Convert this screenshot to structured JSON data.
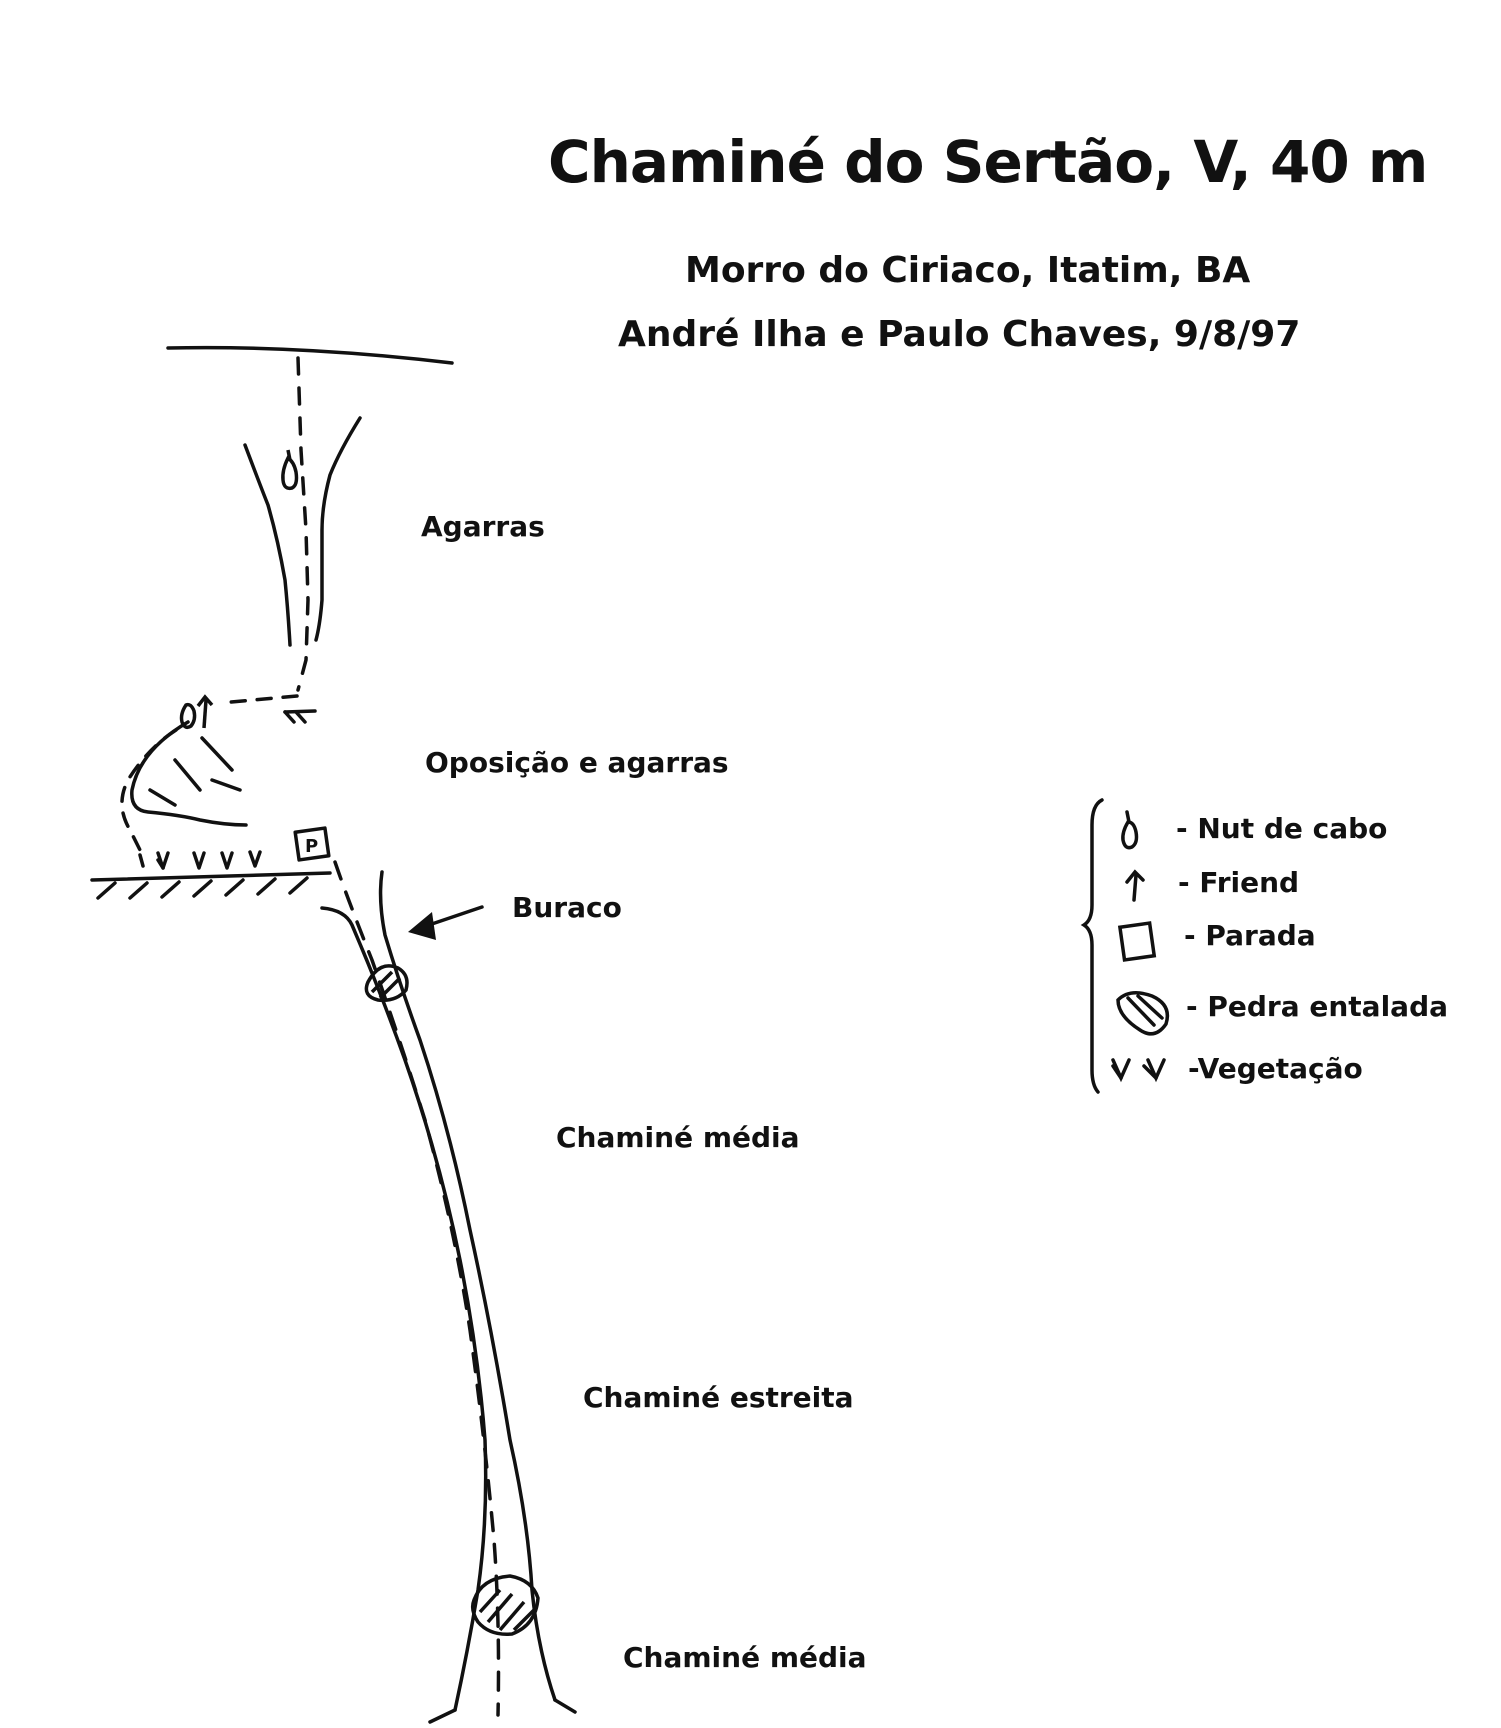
{
  "title": "Chaminé do Sertão, V, 40 m",
  "location": "Morro do Ciriaco, Itatim, BA",
  "authors": "André Ilha e Paulo Chaves, 9/8/97",
  "route_labels": {
    "agarras": "Agarras",
    "oposicao": "Oposição e agarras",
    "buraco": "Buraco",
    "chamine_media_1": "Chaminé média",
    "chamine_estreita": "Chaminé estreita",
    "chamine_media_2": "Chaminé média"
  },
  "legend": {
    "nut": "- Nut de cabo",
    "friend": "- Friend",
    "parada": "- Parada",
    "pedra": "- Pedra entalada",
    "vegetacao": "-Vegetação",
    "parada_symbol": "P"
  }
}
